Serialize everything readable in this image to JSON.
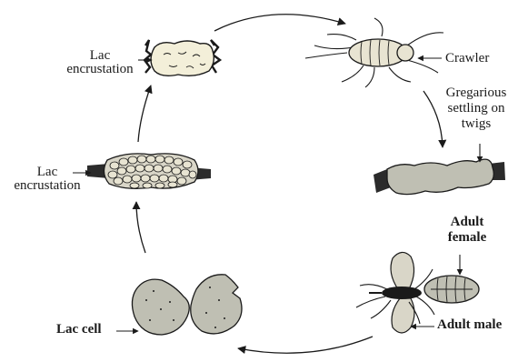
{
  "labels": {
    "lac_encrustation_top": {
      "line1": "Lac",
      "line2": "encrustation"
    },
    "lac_encrustation_left": {
      "line1": "Lac",
      "line2": "encrustation"
    },
    "crawler": "Crawler",
    "gregarious": {
      "line1": "Gregarious",
      "line2": "settling on",
      "line3": "twigs"
    },
    "adult_female": {
      "line1": "Adult",
      "line2": "female"
    },
    "adult_male": "Adult male",
    "lac_cell": "Lac cell"
  },
  "colors": {
    "ink": "#1a1a1a",
    "body_fill": "#bfbfb3",
    "encrustation_fill": "#f3efd9",
    "twig": "#2b2b2b"
  }
}
